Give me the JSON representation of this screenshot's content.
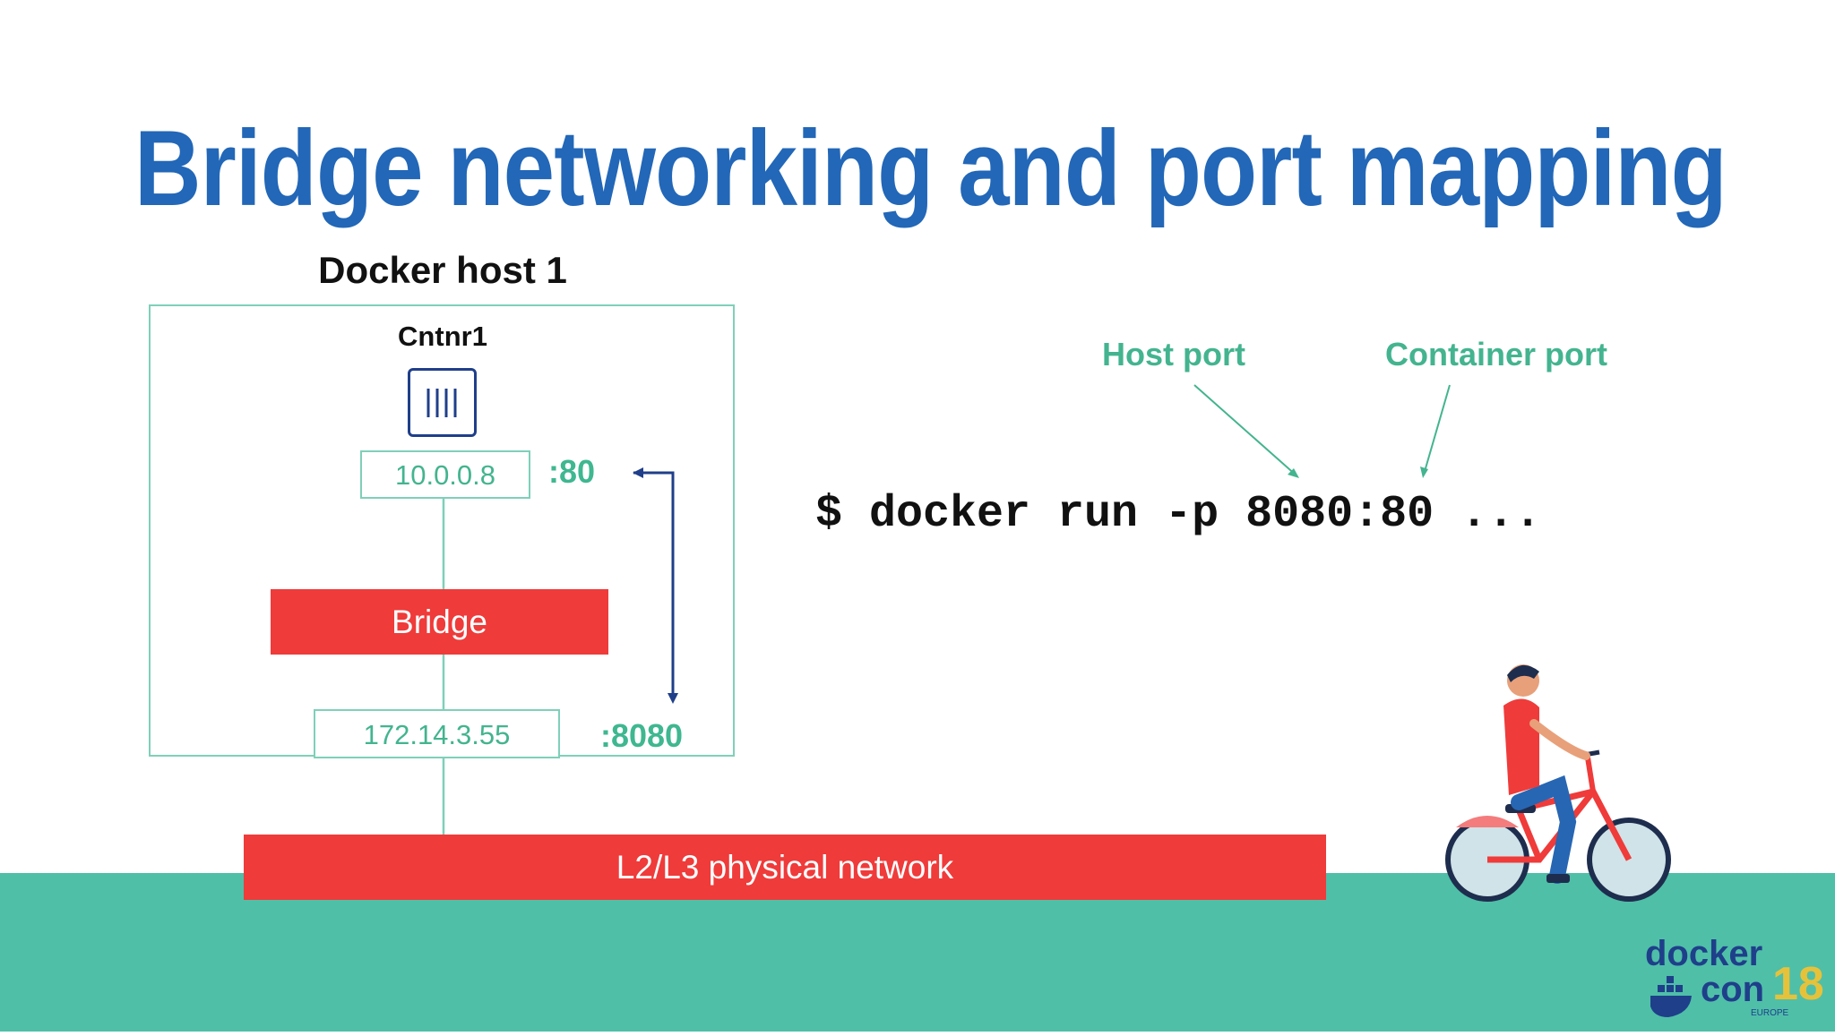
{
  "slide": {
    "title": "Bridge networking and port mapping"
  },
  "host": {
    "label": "Docker host 1",
    "container_name": "Cntnr1",
    "container_ip": "10.0.0.8",
    "container_port": ":80",
    "bridge_label": "Bridge",
    "host_ip": "172.14.3.55",
    "host_port": ":8080"
  },
  "network": {
    "label": "L2/L3 physical network"
  },
  "command": {
    "text": "$ docker run -p 8080:80 ...",
    "host_port_annotation": "Host port",
    "container_port_annotation": "Container port"
  },
  "logo": {
    "line1": "docker",
    "line2": "con",
    "number": "18",
    "sub": "EUROPE"
  },
  "colors": {
    "title_blue": "#2267b8",
    "accent_green": "#43b48f",
    "bar_red": "#ef3b3a",
    "ground_teal": "#4fbfa8",
    "arrow_navy": "#1f3f8a"
  }
}
